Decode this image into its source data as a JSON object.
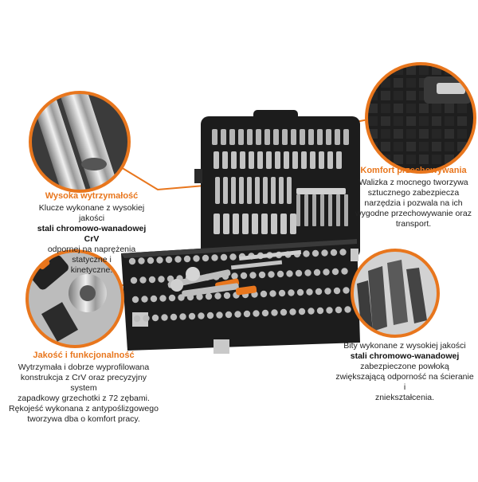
{
  "colors": {
    "accent": "#e8761d",
    "case": "#1c1c1c",
    "tool": "#b8b8b8"
  },
  "callouts": {
    "strength": {
      "title": "Wysoka wytrzymałość",
      "line1": "Klucze wykonane z wysokiej jakości",
      "line2": "stali chromowo-wanadowej CrV",
      "line3": "odpornej na naprężenia statyczne i",
      "line4": "kinetyczne."
    },
    "storage": {
      "title": "Komfort przechowywania",
      "line1": "Walizka z mocnego tworzywa",
      "line2": "sztucznego zabezpiecza",
      "line3": "narzędzia i pozwala na ich",
      "line4": "wygodne przechowywanie oraz",
      "line5": "transport."
    },
    "quality": {
      "title": "Jakość i funkcjonalność",
      "line1": "Wytrzymała i dobrze wyprofilowana",
      "line2": "konstrukcja z CrV oraz precyzyjny system",
      "line3": "zapadkowy grzechotki z 72 zębami.",
      "line4": "Rękojeść wykonana z antypoślizgowego",
      "line5": "tworzywa dba o komfort pracy."
    },
    "bits": {
      "line1": "Bity wykonane z wysokiej jakości",
      "line2": "stali chromowo-wanadowej",
      "line3": "zabezpieczone powłoką",
      "line4": "zwiększającą odporność na ścieranie i",
      "line5": "zniekształcenia."
    }
  }
}
